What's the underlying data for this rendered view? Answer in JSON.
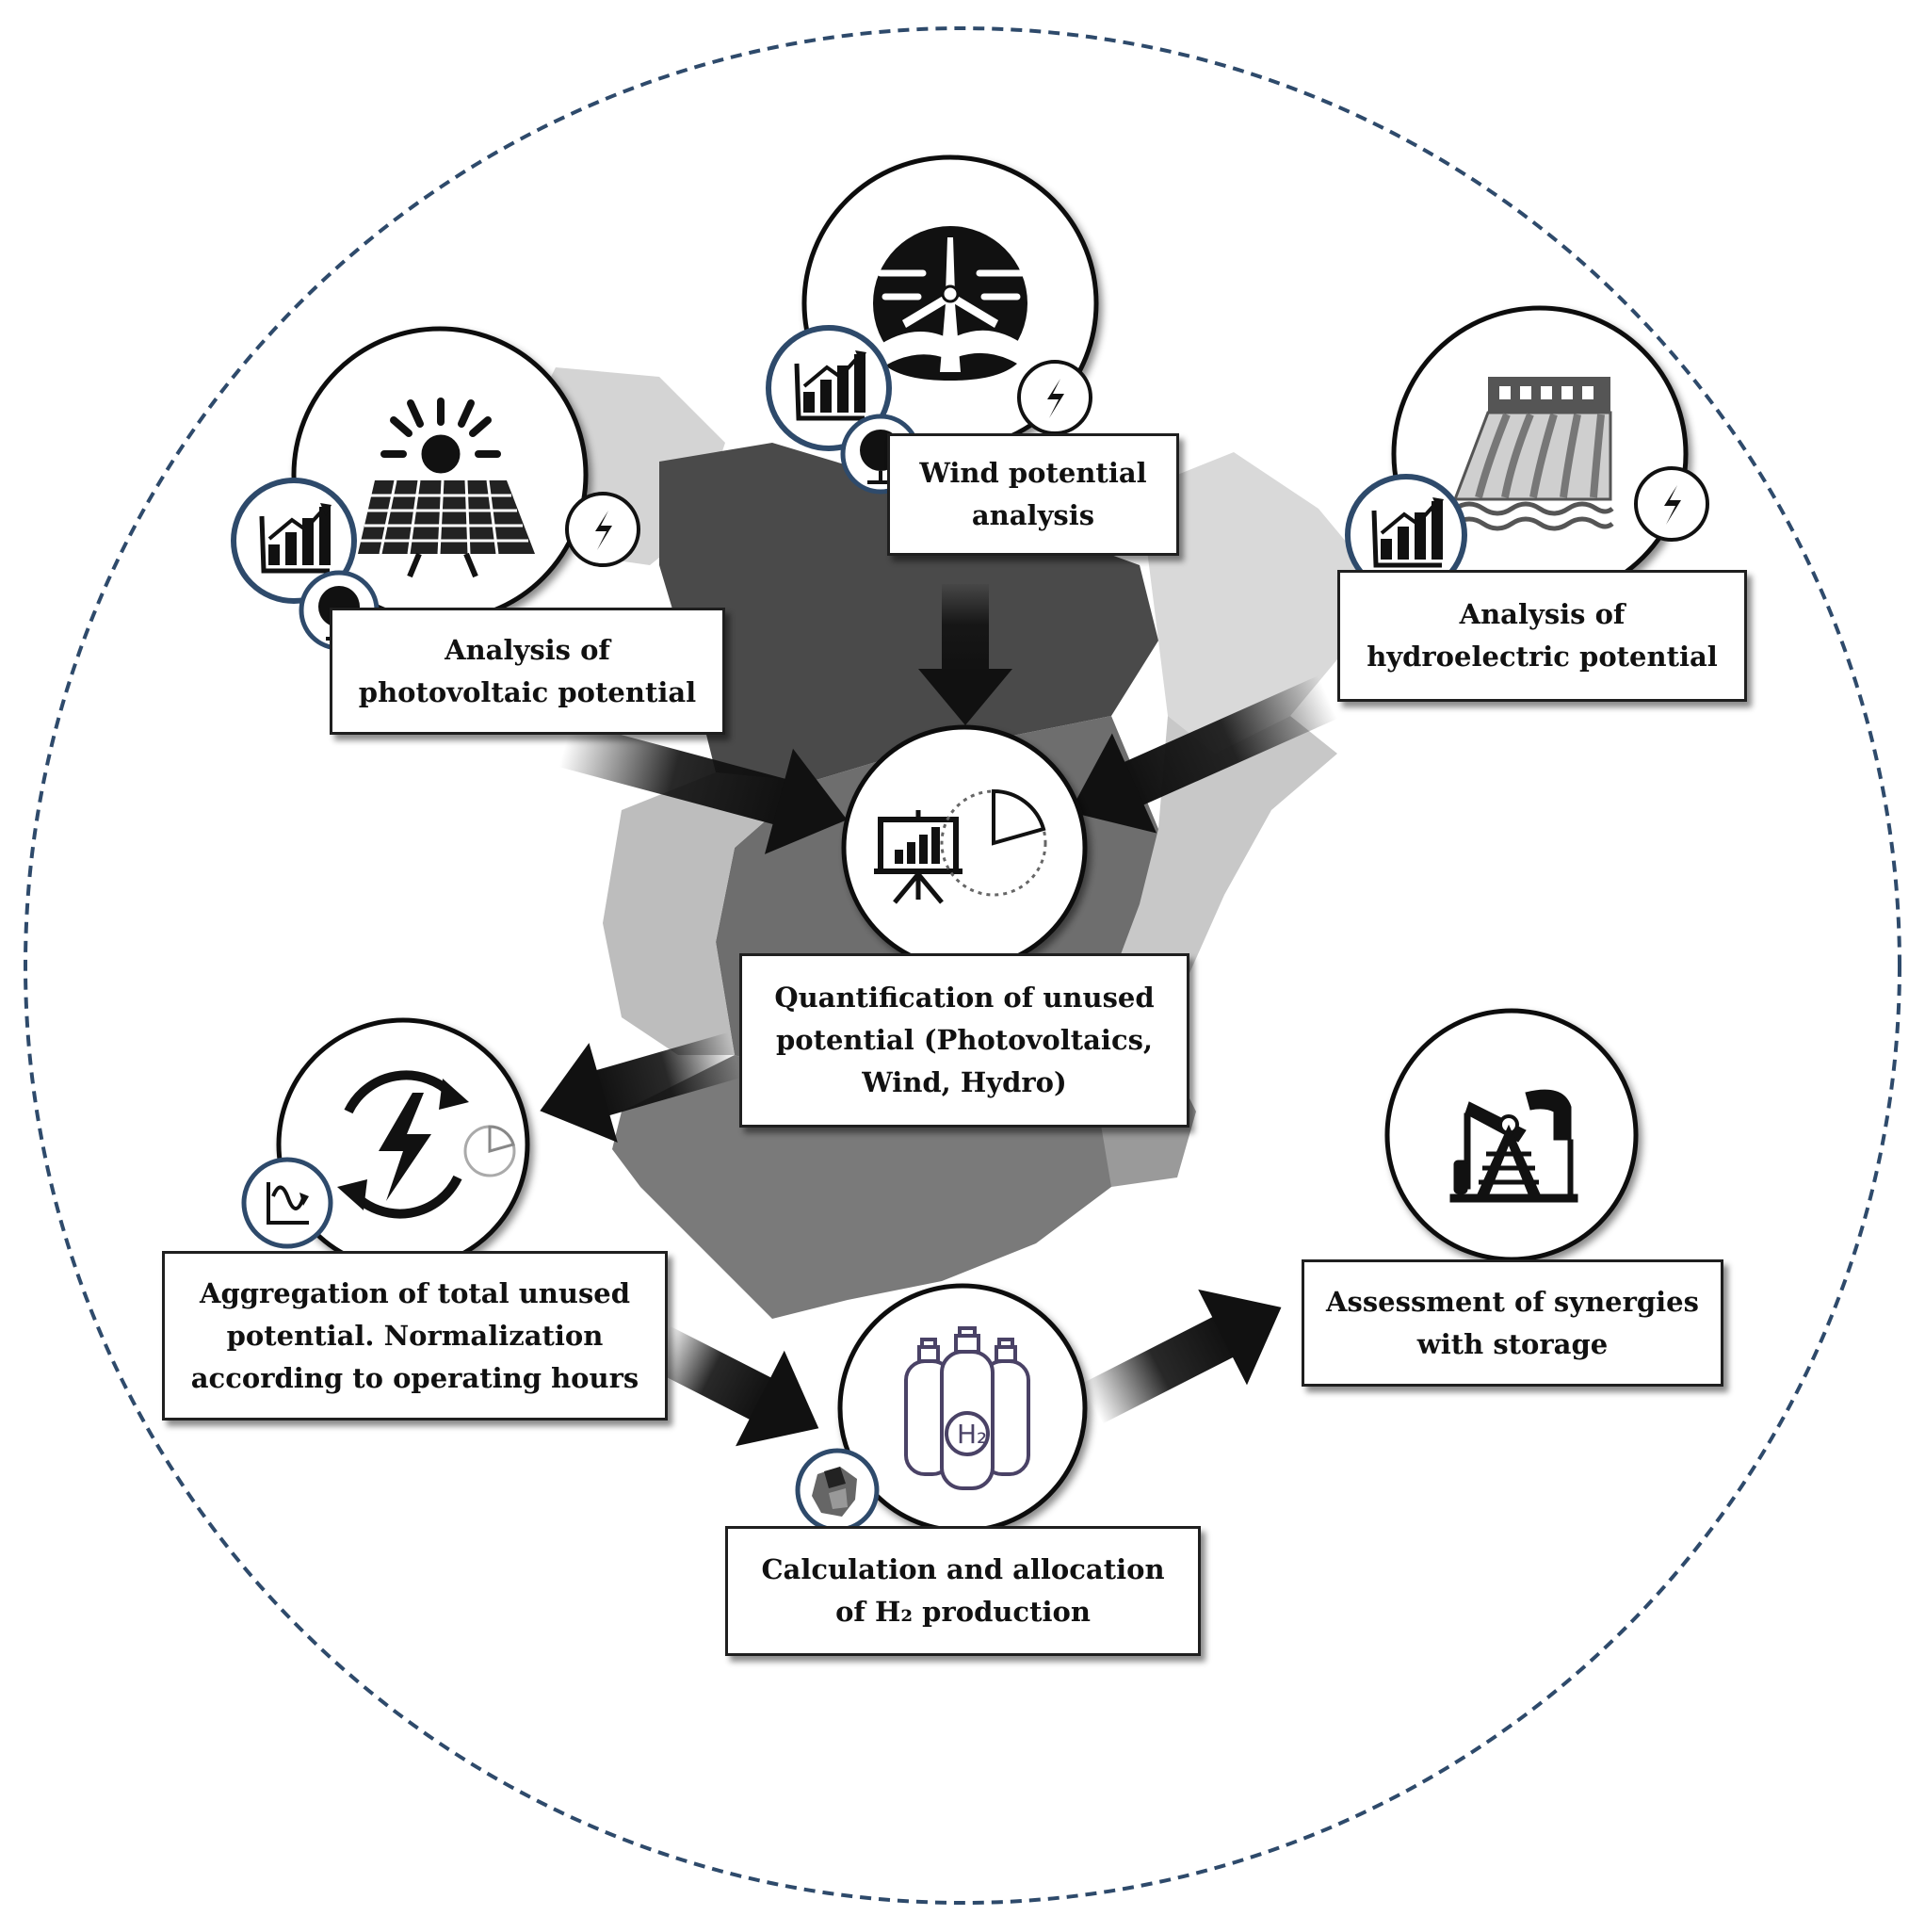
{
  "colors": {
    "frame_dash": "#2e4a6b",
    "map_dark": "#4a4a4a",
    "map_medium": "#6e6e6e",
    "map_light": "#bdbdbd",
    "map_lighter": "#d9d9d9",
    "arrow": "#111111",
    "icon_ring": "#2e4a6b",
    "h2_tanks": "#4a4266"
  },
  "nodes": {
    "photovoltaic": {
      "icon": "solar-panel-icon",
      "line1": "Analysis of",
      "line2": "photovoltaic potential"
    },
    "wind": {
      "icon": "wind-turbine-icon",
      "line1": "Wind potential",
      "line2": "analysis"
    },
    "hydro": {
      "icon": "hydro-dam-icon",
      "line1": "Analysis of",
      "line2": "hydroelectric potential"
    },
    "quantification": {
      "icon": "presentation-chart-icon",
      "line1": "Quantification of unused",
      "line2": "potential (Photovoltaics,",
      "line3": "Wind, Hydro)"
    },
    "aggregation": {
      "icon": "energy-cycle-icon",
      "line1": "Aggregation of total unused",
      "line2": "potential. Normalization",
      "line3": "according to operating hours"
    },
    "h2_production": {
      "icon": "hydrogen-tanks-icon",
      "line1": "Calculation and allocation",
      "line2": "of H₂ production",
      "tank_label": "H₂"
    },
    "storage": {
      "icon": "oil-pump-icon",
      "line1": "Assessment of synergies",
      "line2": "with storage"
    }
  }
}
